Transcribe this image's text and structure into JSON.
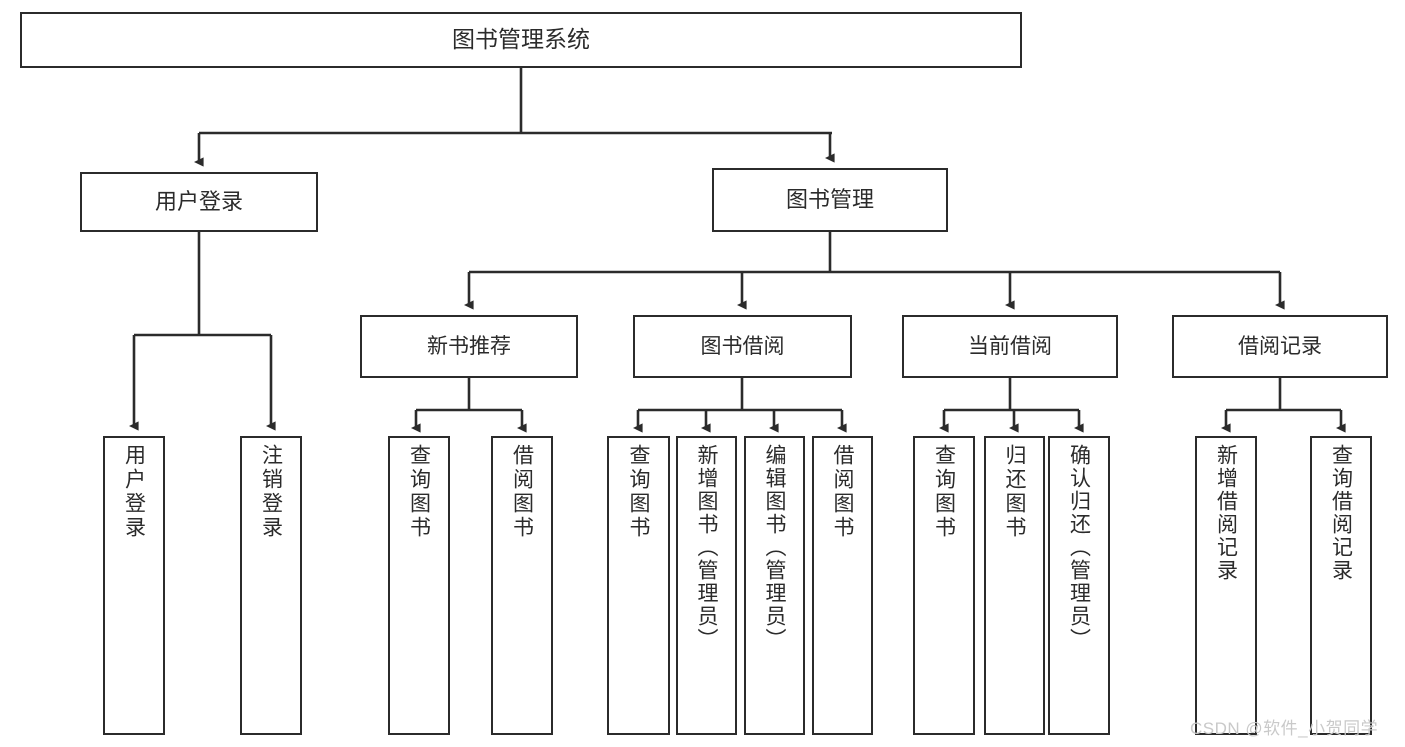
{
  "diagram": {
    "type": "tree-hierarchy",
    "title": "图书管理系统",
    "root": {
      "label": "图书管理系统"
    },
    "level1": [
      {
        "label": "用户登录"
      },
      {
        "label": "图书管理"
      }
    ],
    "level2": [
      {
        "label": "新书推荐"
      },
      {
        "label": "图书借阅"
      },
      {
        "label": "当前借阅"
      },
      {
        "label": "借阅记录"
      }
    ],
    "leaves": {
      "user_login": [
        {
          "label": "用户登录"
        },
        {
          "label": "注销登录"
        }
      ],
      "new_book_recommend": [
        {
          "label": "查询图书"
        },
        {
          "label": "借阅图书"
        }
      ],
      "book_borrow": [
        {
          "label": "查询图书"
        },
        {
          "label": "新增图书（管理员）"
        },
        {
          "label": "编辑图书（管理员）"
        },
        {
          "label": "借阅图书"
        }
      ],
      "current_borrow": [
        {
          "label": "查询图书"
        },
        {
          "label": "归还图书"
        },
        {
          "label": "确认归还（管理员）"
        }
      ],
      "borrow_record": [
        {
          "label": "新增借阅记录"
        },
        {
          "label": "查询借阅记录"
        }
      ]
    }
  },
  "watermark": {
    "text": "CSDN @软件_小贺同学"
  },
  "colors": {
    "stroke": "#2b2b2b",
    "background": "#ffffff",
    "text": "#2b2b2b",
    "watermark": "#c9c9c9"
  }
}
